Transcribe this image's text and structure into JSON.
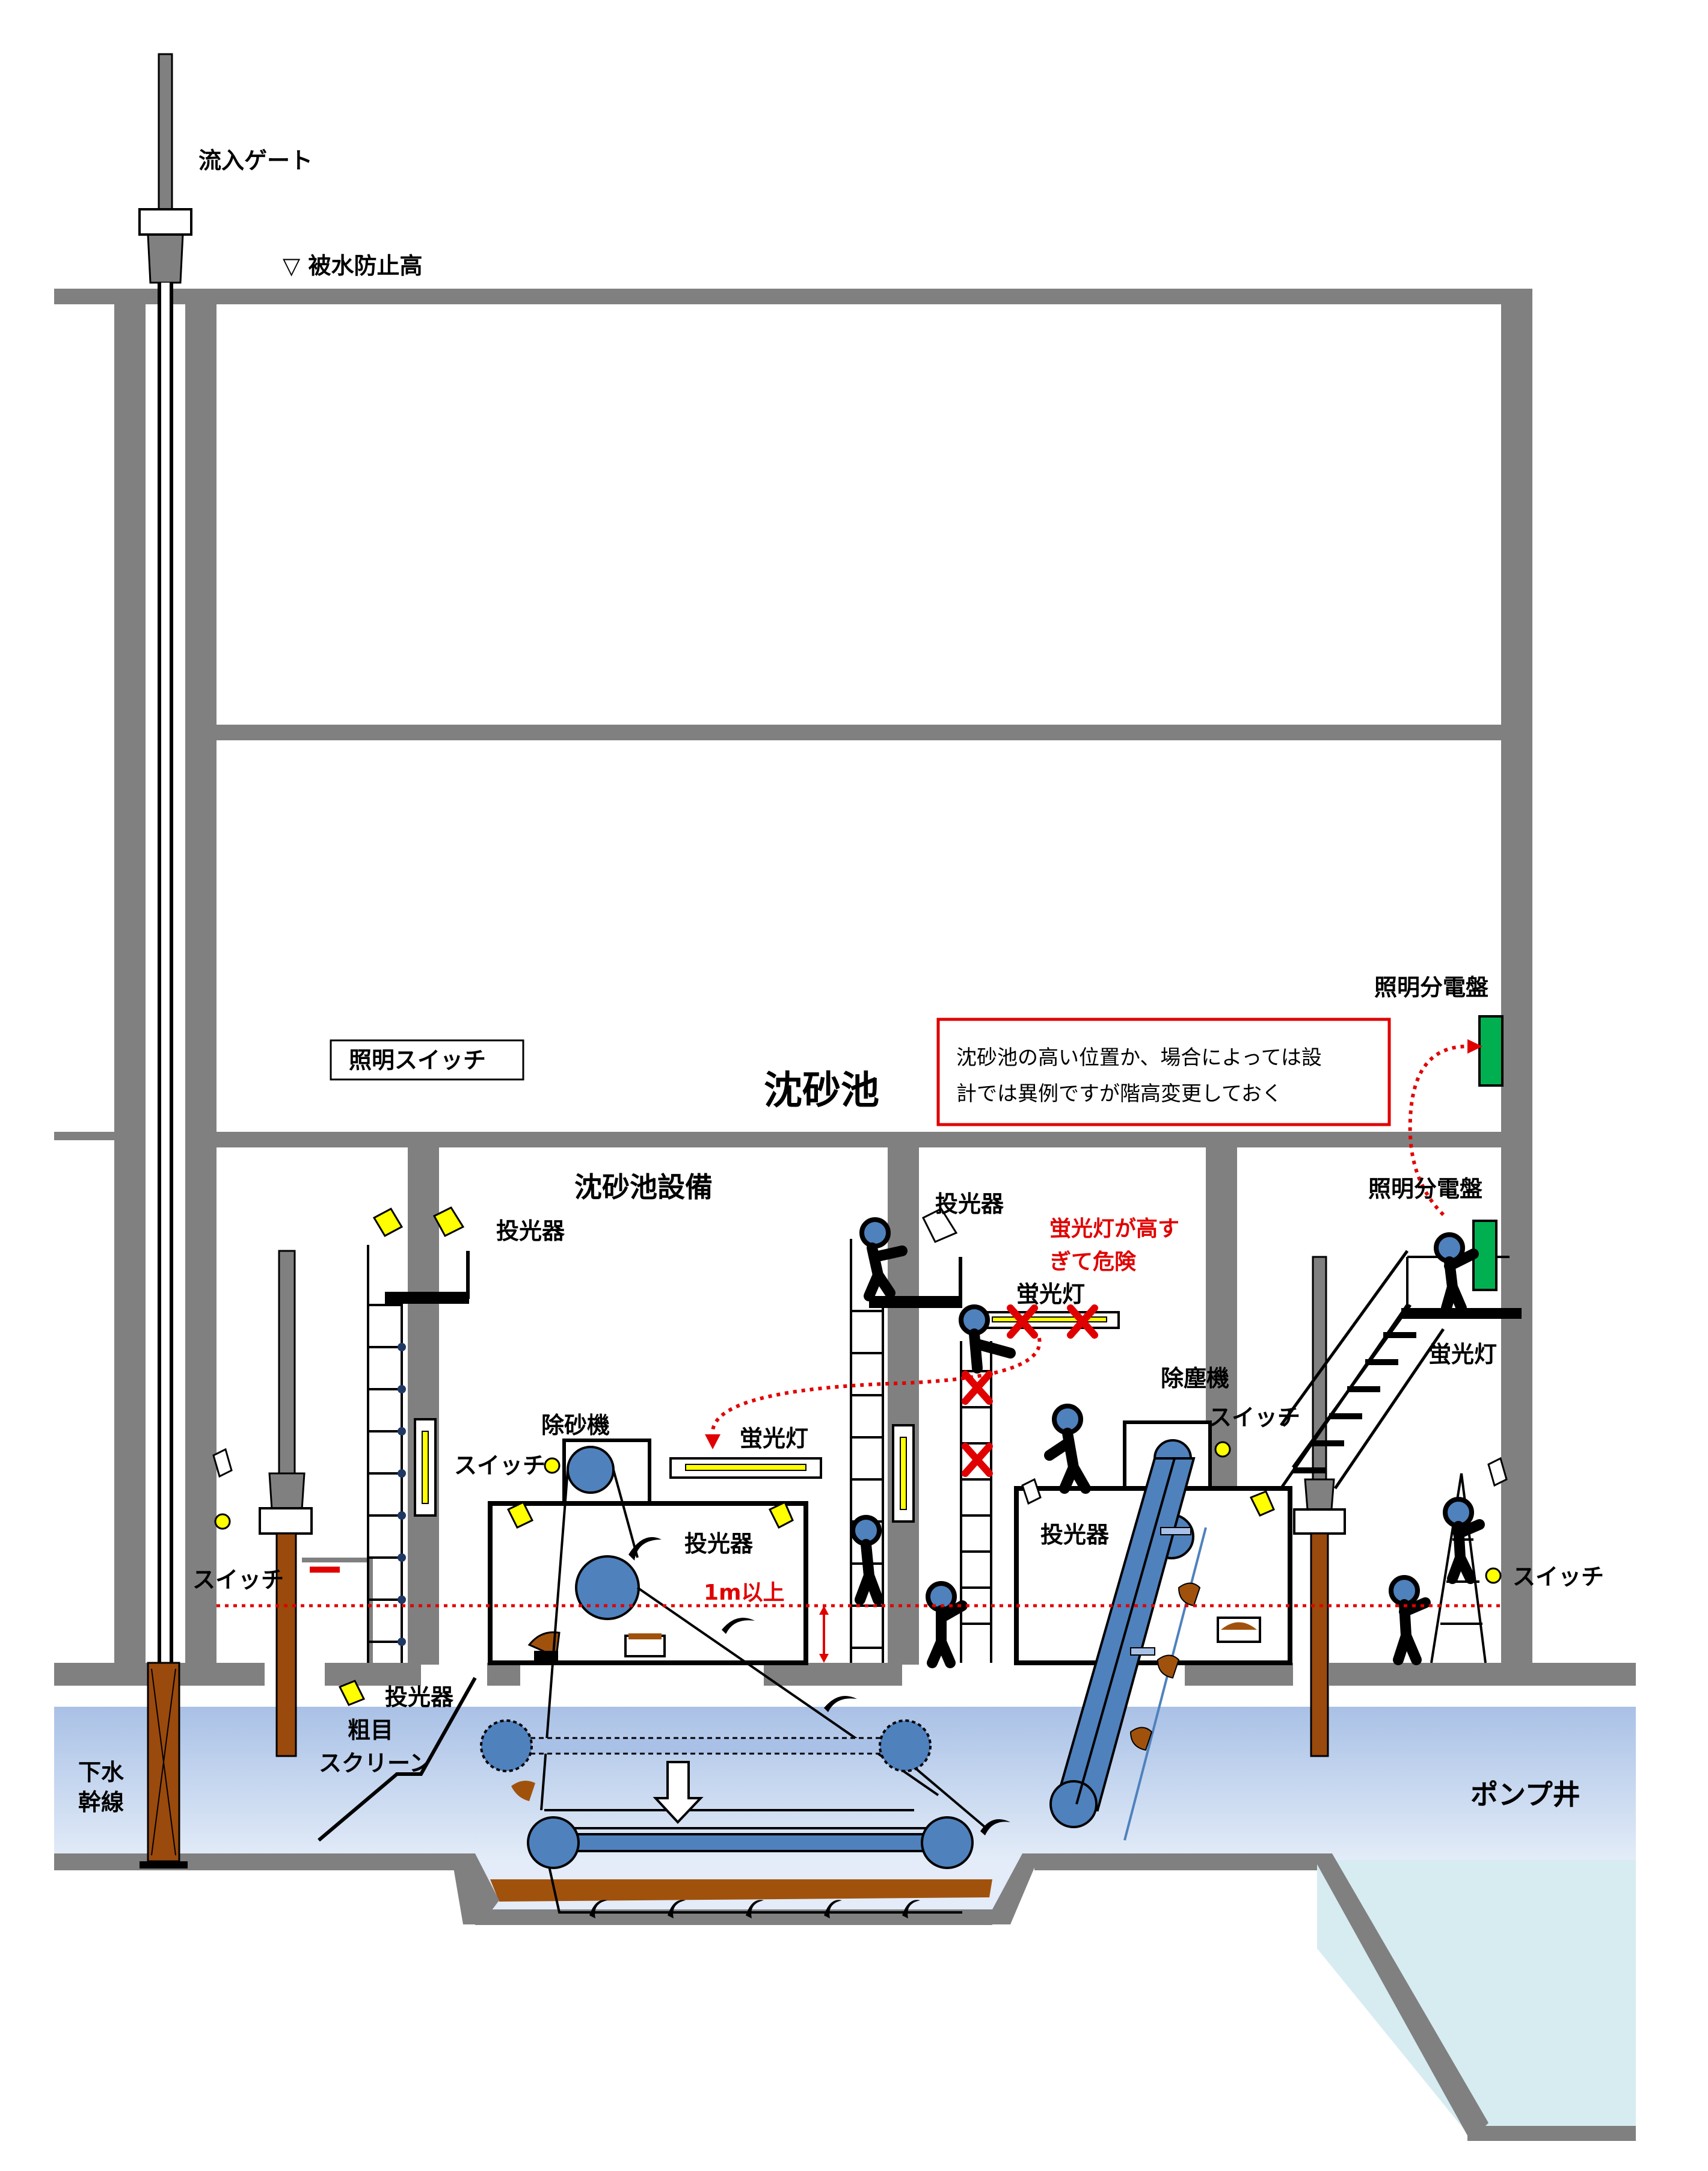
{
  "labels": {
    "inflow_gate": "流入ゲート",
    "flood_level": "▽ 被水防止高",
    "lighting_switch": "照明スイッチ",
    "grit_chamber": "沈砂池",
    "grit_equipment": "沈砂池設備",
    "lighting_panel_upper": "照明分電盤",
    "lighting_panel_lower": "照明分電盤",
    "floodlight_1": "投光器",
    "floodlight_2": "投光器",
    "floodlight_3": "投光器",
    "floodlight_4": "投光器",
    "floodlight_5": "投光器",
    "fluorescent_1": "蛍光灯",
    "fluorescent_2": "蛍光灯",
    "fluorescent_3": "蛍光灯",
    "fluorescent_danger": [
      "蛍光灯が高す",
      "ぎて危険"
    ],
    "grit_remover": "除砂機",
    "dust_remover": "除塵機",
    "switch_1": "スイッチ",
    "switch_2": "スイッチ",
    "switch_3": "スイッチ",
    "switch_4": "スイッチ",
    "one_meter": "1m以上",
    "coarse_screen": [
      "粗目",
      "スクリーン"
    ],
    "sewer_trunk": [
      "下水",
      "幹線"
    ],
    "pump_well": "ポンプ井"
  },
  "note": {
    "lines": [
      "沈砂池の高い位置か、場合によっては設",
      "計では異例ですが階高変更しておく"
    ]
  },
  "colors": {
    "wall": "#808080",
    "water": "#c9daf1",
    "water_top": "#a9c1e6",
    "pump_water": "#d6ecf1",
    "sludge": "#a0520d",
    "brown_pipe": "#9a4a0c",
    "blue_part": "#4f81bd",
    "yellow_light": "#ffff00",
    "green_panel": "#00b050",
    "danger_red": "#e00000"
  }
}
